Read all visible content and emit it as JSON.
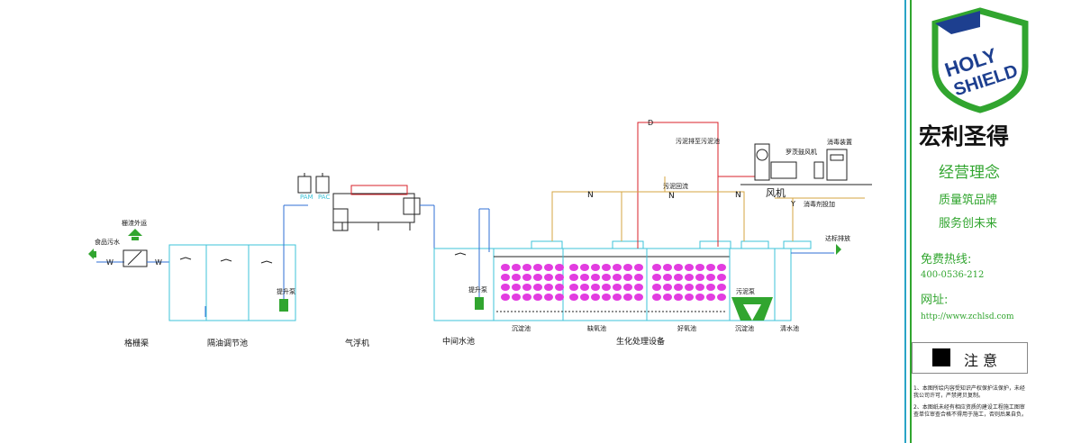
{
  "diagram": {
    "units": {
      "grille": "格栅渠",
      "oil_tank": "隔油调节池",
      "flotation": "气浮机",
      "intermediate": "中间水池",
      "bio": "生化处理设备",
      "sediment_pre": "沉淀池",
      "anoxic": "缺氧池",
      "aerobic": "好氧池",
      "sediment": "沉淀池",
      "clear": "清水池"
    },
    "labels": {
      "inlet": "食品污水",
      "grille_out": "栅渣外运",
      "pump1": "提升泵",
      "pump2": "提升泵",
      "pam": "PAM",
      "pac": "PAC",
      "sludge_return": "污泥回流",
      "sludge_to_tank": "污泥排至污泥池",
      "blower_name": "罗茨鼓风机",
      "blower": "风机",
      "disinfect_device": "消毒装置",
      "disinfect_dose": "消毒剂投加",
      "sludge_pump": "污泥泵",
      "outlet": "达标排放",
      "w": "W",
      "n": "N",
      "y": "Y",
      "d": "D"
    },
    "colors": {
      "water": "#2f6fd6",
      "pipe_cyan": "#3ec3d8",
      "air": "#d9212a",
      "sludge": "#d6a640",
      "media": "#e23ce0",
      "green": "#31a52f",
      "dark": "#222222"
    }
  },
  "brand": {
    "logo_text": "HOLY SHIELD",
    "name": "宏利圣得",
    "motto_title": "经营理念",
    "motto_1": "质量筑品牌",
    "motto_2": "服务创未来",
    "hotline_label": "免费热线:",
    "hotline": "400-0536-212",
    "site_label": "网址:",
    "site": "http://www.zchlsd.com",
    "notice_title": "注 意",
    "note_1": "1、本图所绘内容受知识产权保护法保护，未经我公司许可，严禁拷贝复制。",
    "note_2": "2、本图纸未经有相应资质的建设工程施工图审查单位审查合格不得用于施工，否则后果自负。"
  }
}
